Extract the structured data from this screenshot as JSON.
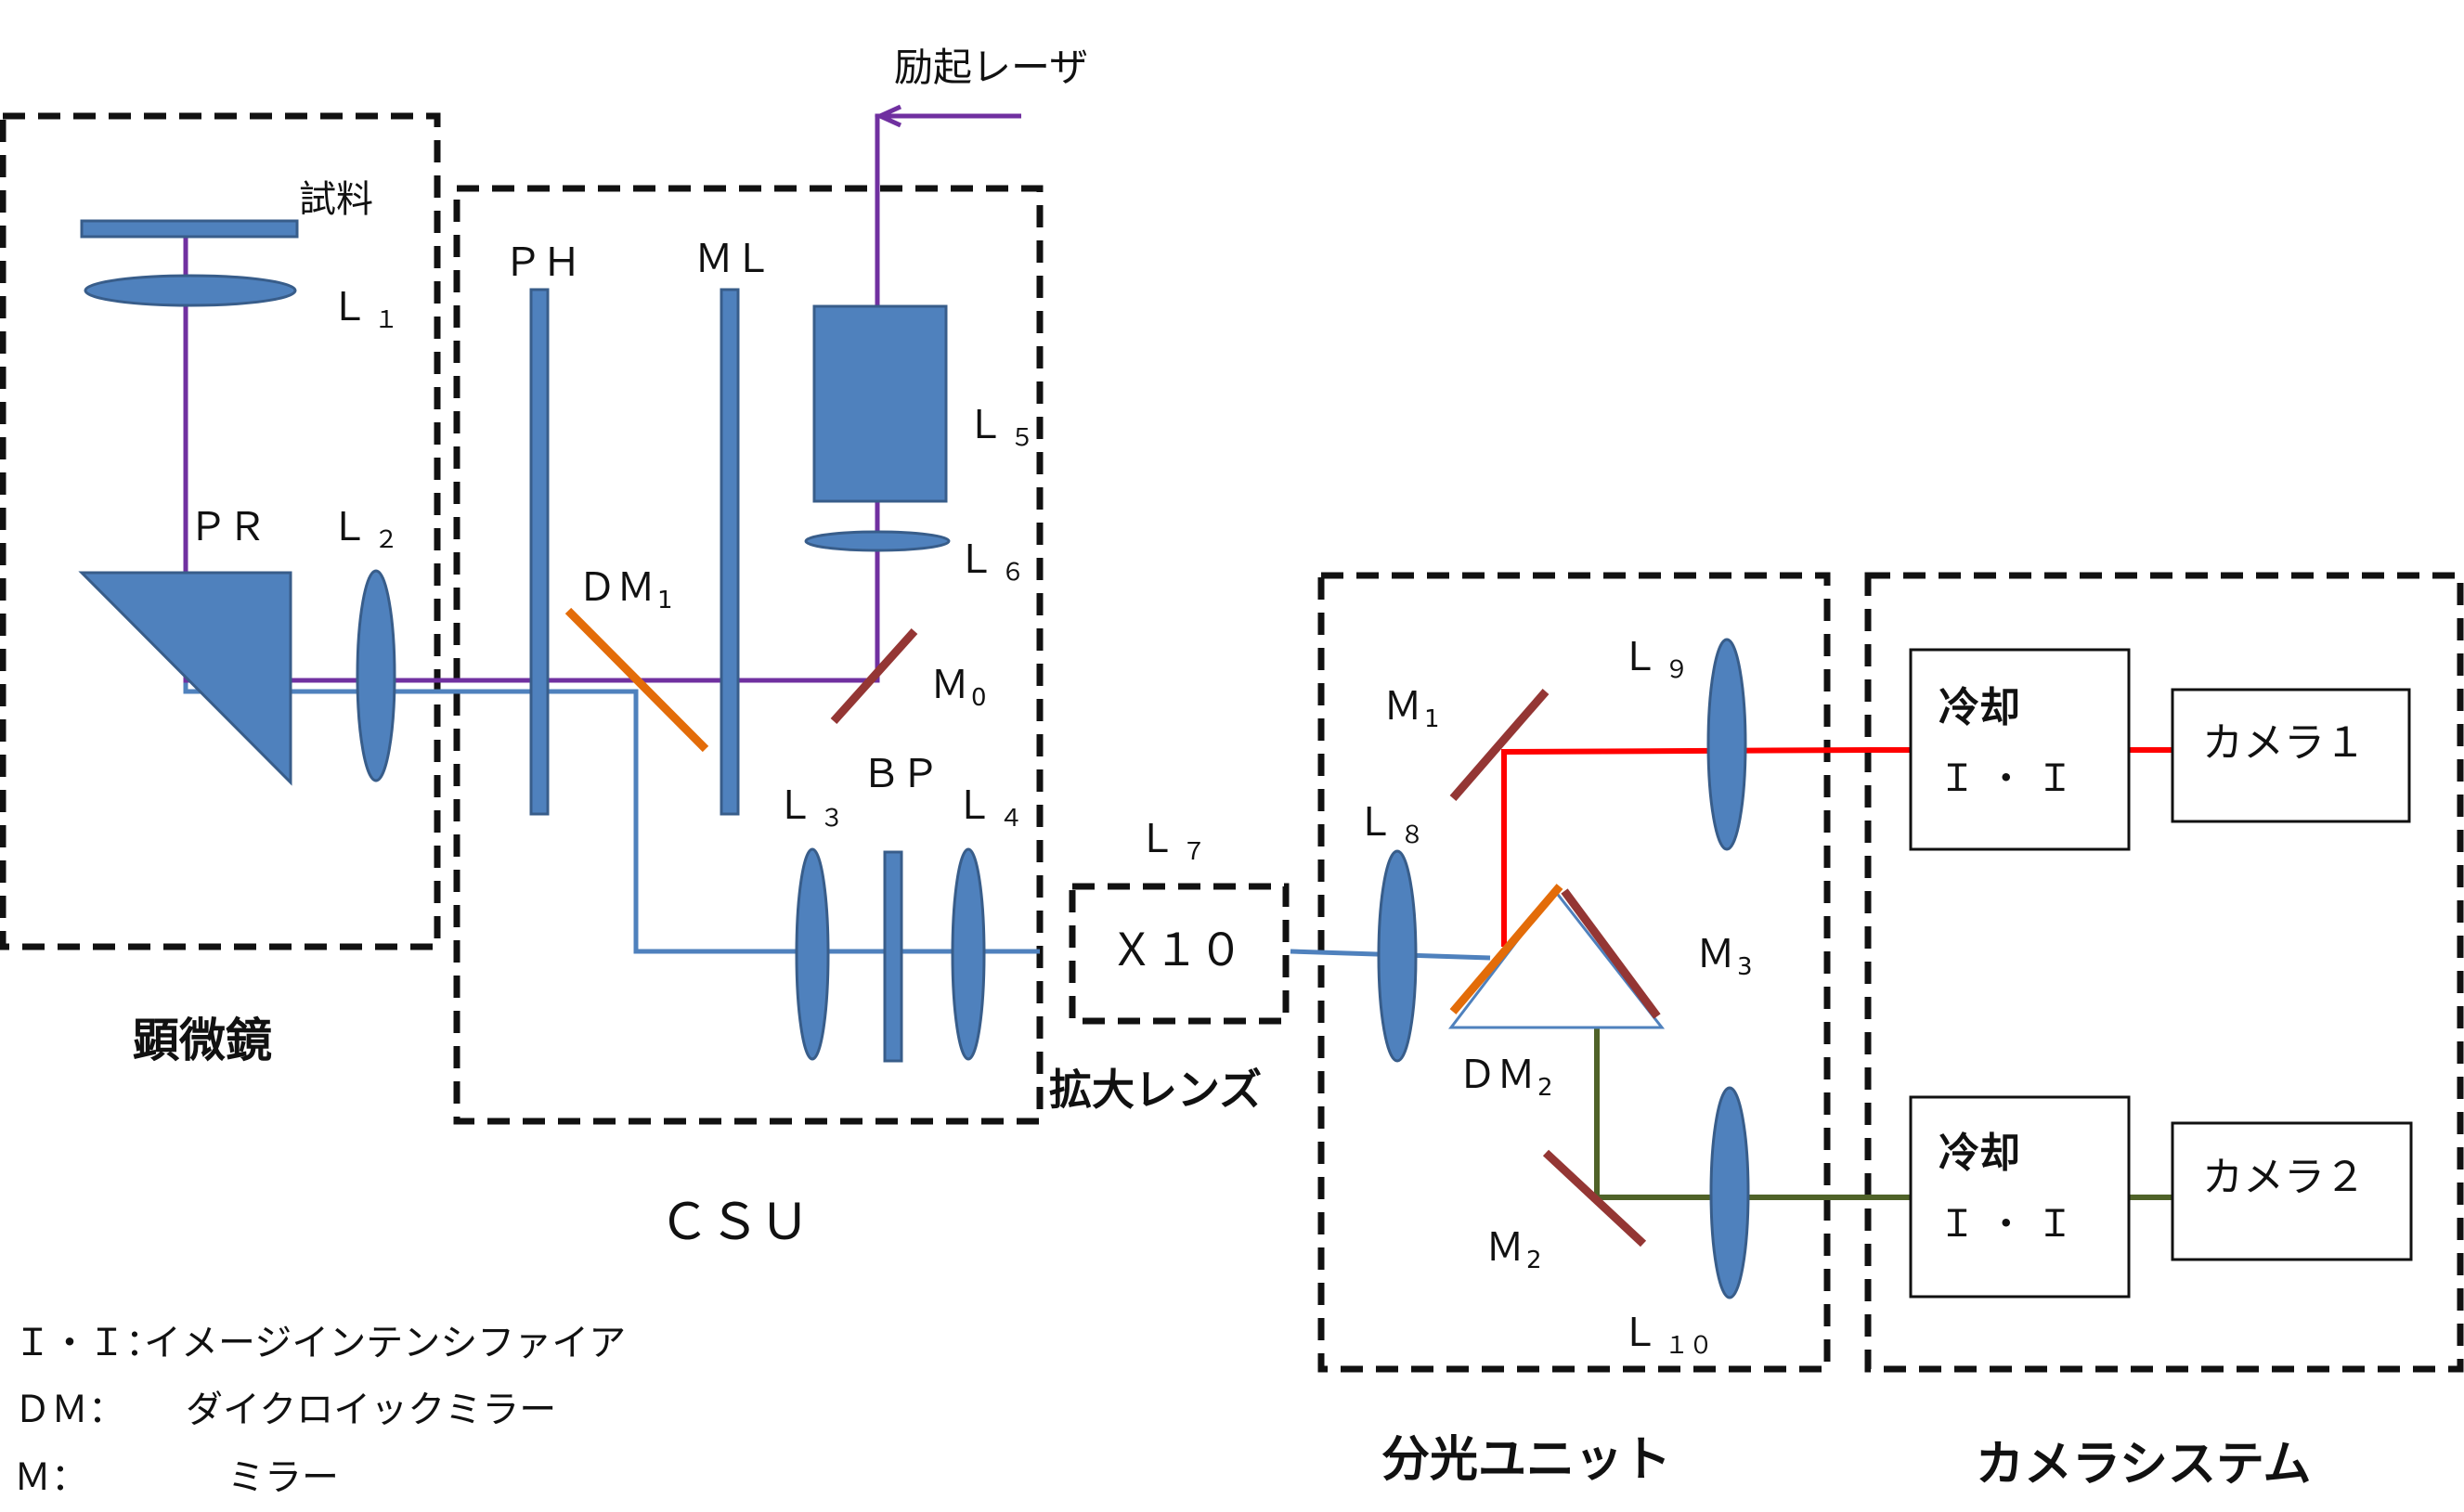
{
  "boxes": {
    "microscope": "顕微鏡",
    "csu": "ＣＳＵ",
    "magnifier": "拡大レンズ",
    "magnifier_power": "Ｘ１０",
    "spectral_unit": "分光ユニット",
    "camera_system": "カメラシステム"
  },
  "laser": "励起レーザ",
  "sample": "試料",
  "components": {
    "L1": {
      "main": "Ｌ",
      "sub": "１"
    },
    "L2": {
      "main": "Ｌ",
      "sub": "２"
    },
    "L3": {
      "main": "Ｌ",
      "sub": "３"
    },
    "L4": {
      "main": "Ｌ",
      "sub": "４"
    },
    "L5": {
      "main": "Ｌ",
      "sub": "５"
    },
    "L6": {
      "main": "Ｌ",
      "sub": "６"
    },
    "L7": {
      "main": "Ｌ",
      "sub": "７"
    },
    "L8": {
      "main": "Ｌ",
      "sub": "８"
    },
    "L9": {
      "main": "Ｌ",
      "sub": "９"
    },
    "L10": {
      "main": "Ｌ",
      "sub": "１０"
    },
    "PR": {
      "main": "ＰＲ"
    },
    "PH": {
      "main": "ＰＨ"
    },
    "ML": {
      "main": "ＭＬ"
    },
    "BP": {
      "main": "ＢＰ"
    },
    "DM1": {
      "main": "ＤＭ",
      "sub": "1"
    },
    "DM2": {
      "main": "ＤＭ",
      "sub": "2"
    },
    "M0": {
      "main": "Ｍ",
      "sub": "0"
    },
    "M1": {
      "main": "Ｍ",
      "sub": "1"
    },
    "M2": {
      "main": "Ｍ",
      "sub": "2"
    },
    "M3": {
      "main": "Ｍ",
      "sub": "3"
    }
  },
  "cameras": {
    "ii1_top": "冷却",
    "ii1_bottom": "Ｉ ・ Ｉ",
    "ii2_top": "冷却",
    "ii2_bottom": "Ｉ ・ Ｉ",
    "camera1": "カメラ１",
    "camera2": "カメラ２"
  },
  "legend": [
    {
      "key": "Ｉ・Ｉ：",
      "value": "イメージインテンシファイア"
    },
    {
      "key": "ＤＭ：",
      "value": "ダイクロイックミラー"
    },
    {
      "key": "Ｍ：",
      "value": "ミラー"
    }
  ],
  "colors": {
    "optics_fill": "#4f81bd",
    "excitation": "#7030a0",
    "fluorescence": "#4f81bd",
    "channel1": "#ff0000",
    "channel2": "#4f6228",
    "mirror": "#943634",
    "dichroic": "#e36c09"
  }
}
